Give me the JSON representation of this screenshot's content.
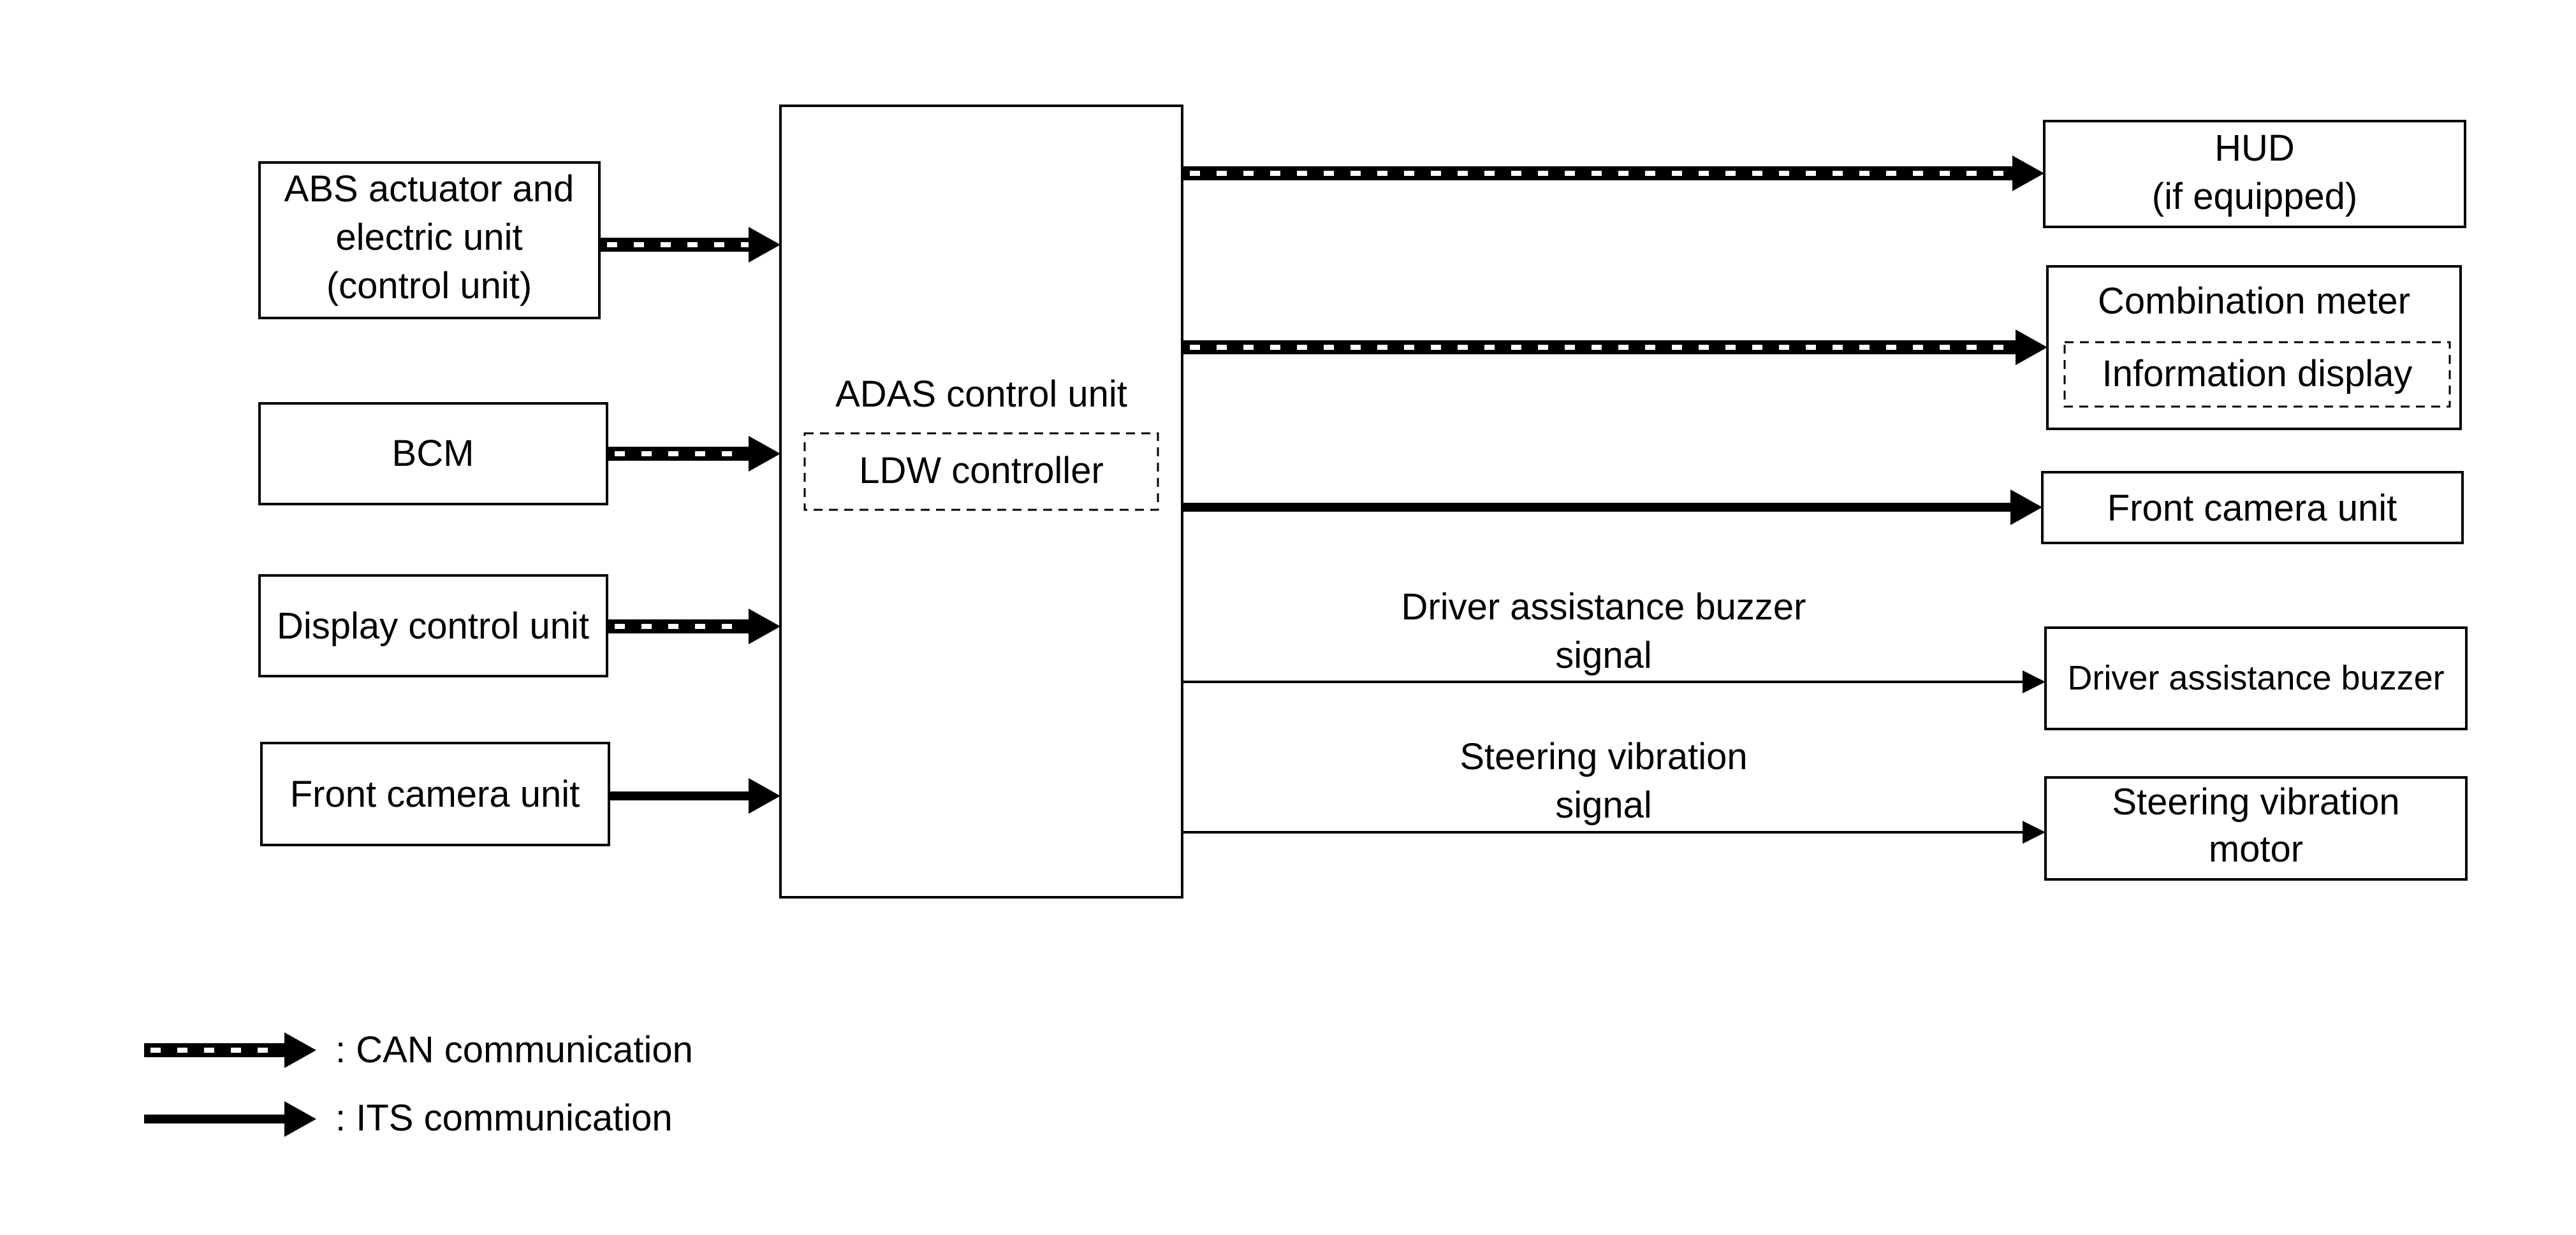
{
  "inputs": {
    "abs": [
      "ABS actuator and",
      "electric unit",
      "(control unit)"
    ],
    "bcm": "BCM",
    "display": "Display control unit",
    "front_camera": "Front camera unit"
  },
  "center": {
    "title": "ADAS control unit",
    "inner": "LDW controller"
  },
  "outputs": {
    "hud": [
      "HUD",
      "(if equipped)"
    ],
    "combination_meter": "Combination meter",
    "information_display": "Information display",
    "front_camera": "Front camera unit",
    "buzzer": "Driver assistance buzzer",
    "steering_motor": [
      "Steering vibration",
      "motor"
    ]
  },
  "signals": {
    "buzzer_signal": [
      "Driver assistance buzzer",
      "signal"
    ],
    "steering_signal": [
      "Steering vibration",
      "signal"
    ]
  },
  "legend": {
    "can": ": CAN communication",
    "its": ": ITS communication"
  },
  "colors": {
    "line": "#000000",
    "background": "#ffffff"
  }
}
